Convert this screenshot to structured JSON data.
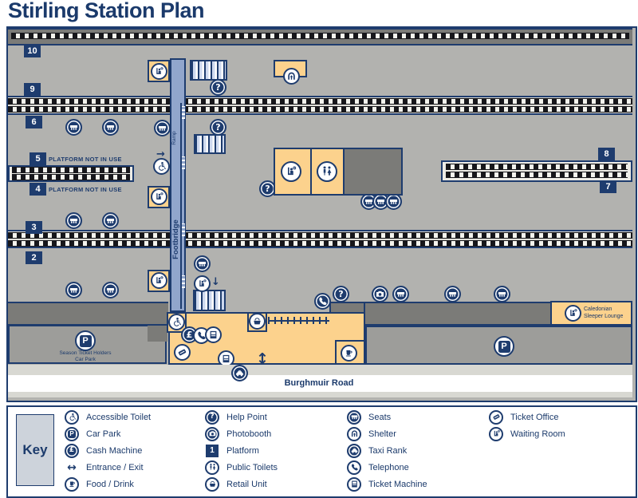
{
  "title": "Stirling Station Plan",
  "colors": {
    "navy": "#1e3c6e",
    "map_background": "#b2b2af",
    "dark_band": "#7b7b78",
    "tan_building": "#fcd28d",
    "footbridge_blue": "#91a6cc",
    "car_park_grey": "#9d9d9a"
  },
  "glyphs": {
    "help": "?",
    "car_park": "P",
    "cash": "£",
    "arrow_lr": "↔",
    "arrow_ud": "↕",
    "arrow_r": "→",
    "arrow_d": "↓"
  },
  "map": {
    "platform_badges": [
      "10",
      "9",
      "6",
      "5",
      "4",
      "3",
      "2",
      "8",
      "7"
    ],
    "not_in_use_5": "PLATFORM NOT IN USE",
    "not_in_use_4": "PLATFORM NOT IN USE",
    "ramp_label": "Ramp",
    "footbridge_label": "Footbridge",
    "season_car_park_line1": "Season Ticket Holders",
    "season_car_park_line2": "Car Park",
    "sleeper_lounge_line1": "Caledonian",
    "sleeper_lounge_line2": "Sleeper Lounge",
    "road_label": "Burghmuir Road"
  },
  "key": {
    "heading": "Key",
    "platform_number": "1",
    "items": [
      {
        "icon": "accessible-toilet-icon",
        "label": "Accessible Toilet"
      },
      {
        "icon": "car-park-icon",
        "label": "Car Park"
      },
      {
        "icon": "cash-machine-icon",
        "label": "Cash Machine"
      },
      {
        "icon": "entrance-exit-icon",
        "label": "Entrance / Exit"
      },
      {
        "icon": "food-drink-icon",
        "label": "Food / Drink"
      },
      {
        "icon": "help-point-icon",
        "label": "Help Point"
      },
      {
        "icon": "photobooth-icon",
        "label": "Photobooth"
      },
      {
        "icon": "platform-icon",
        "label": "Platform"
      },
      {
        "icon": "public-toilets-icon",
        "label": "Public Toilets"
      },
      {
        "icon": "retail-unit-icon",
        "label": "Retail Unit"
      },
      {
        "icon": "seats-icon",
        "label": "Seats"
      },
      {
        "icon": "shelter-icon",
        "label": "Shelter"
      },
      {
        "icon": "taxi-rank-icon",
        "label": "Taxi Rank"
      },
      {
        "icon": "telephone-icon",
        "label": "Telephone"
      },
      {
        "icon": "ticket-machine-icon",
        "label": "Ticket Machine"
      },
      {
        "icon": "ticket-office-icon",
        "label": "Ticket Office"
      },
      {
        "icon": "waiting-room-icon",
        "label": "Waiting Room"
      }
    ]
  }
}
